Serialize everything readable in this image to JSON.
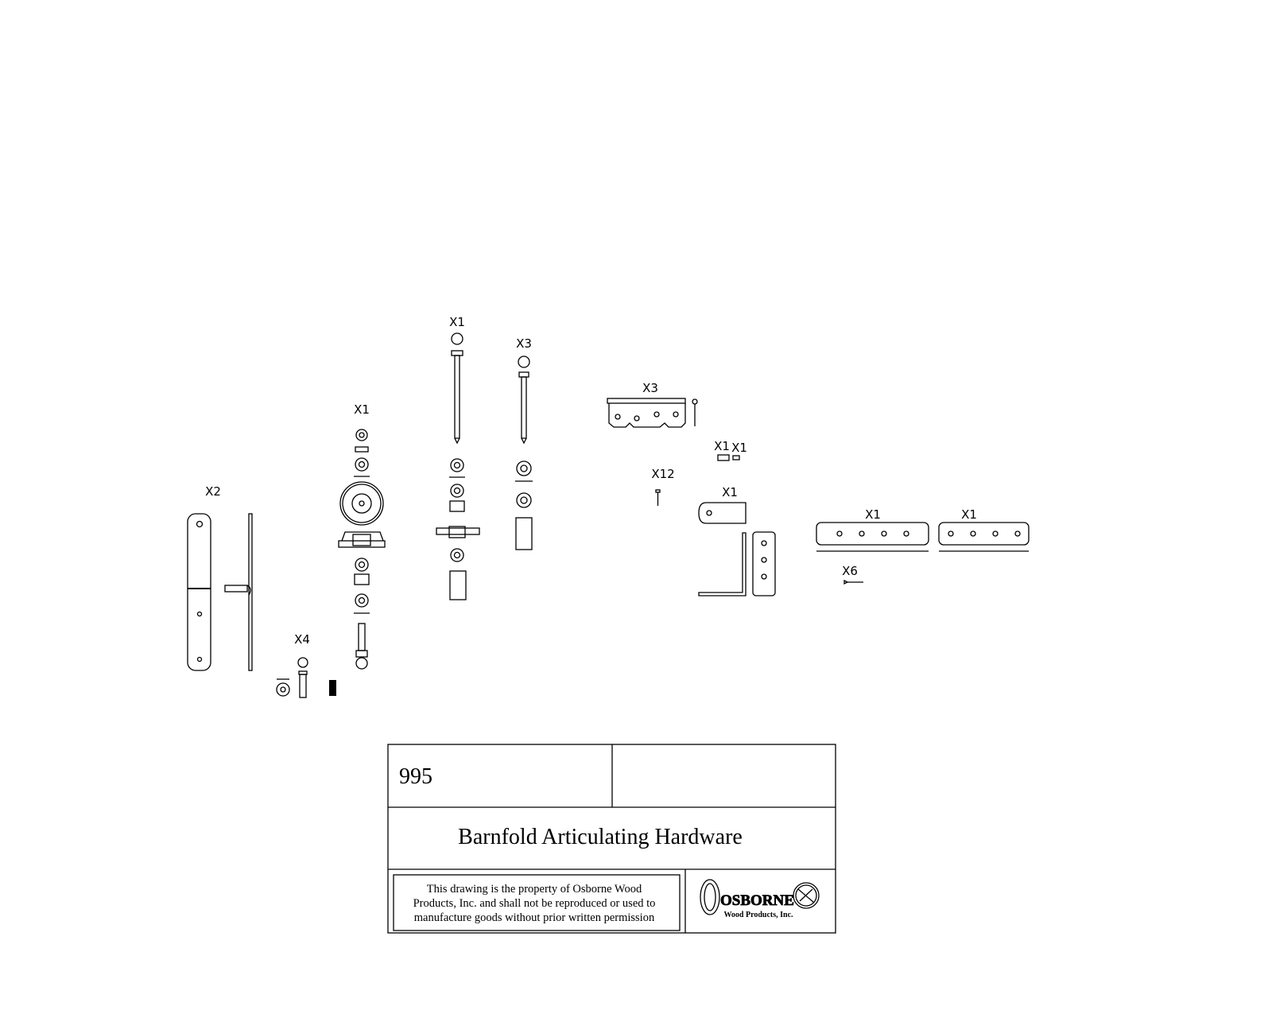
{
  "drawing": {
    "part_labels": {
      "hinge": "X2",
      "bolt_set": "X4",
      "wheel_assembly": "X1",
      "long_bolt": "X1",
      "lag_bolt": "X3",
      "hinge_plate": "X3",
      "small_a": "X1",
      "small_b": "X1",
      "screw": "X12",
      "angle_bracket": "X1",
      "strap_left": "X1",
      "strap_right": "X1",
      "strap_screw": "X6"
    }
  },
  "title_block": {
    "drawing_number": "995",
    "revision": "",
    "title": "Barnfold Articulating Hardware",
    "notice_lines": [
      "This drawing is the property of Osborne Wood",
      "Products, Inc. and shall not be reproduced or used to",
      "manufacture goods without prior written permission"
    ],
    "logo_name": "OSBORNE",
    "logo_sub": "Wood Products, Inc."
  }
}
